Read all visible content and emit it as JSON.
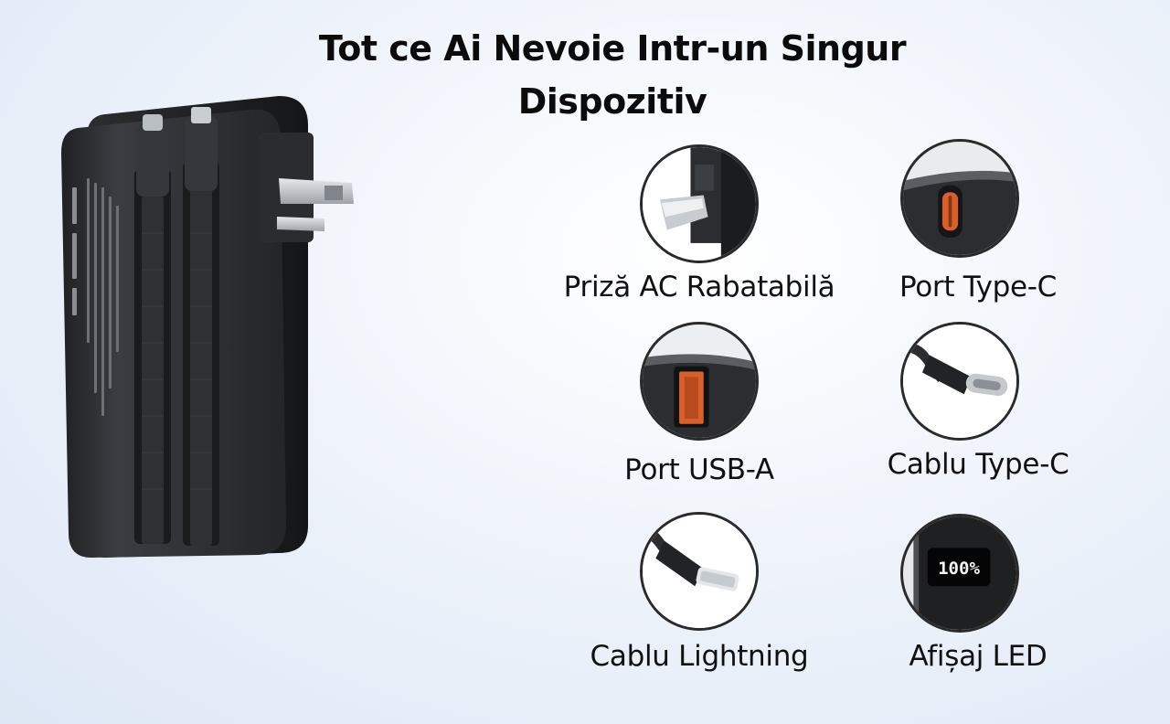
{
  "title": {
    "line1": "Tot ce Ai Nevoie Intr-un Singur",
    "line2": "Dispozitiv"
  },
  "product": {
    "capacity_text": "100%"
  },
  "features": [
    {
      "label": "Priză AC Rabatabilă",
      "icon": "ac-plug-icon"
    },
    {
      "label": "Port Type-C",
      "icon": "type-c-port-icon"
    },
    {
      "label": "Port USB-A",
      "icon": "usb-a-port-icon"
    },
    {
      "label": "Cablu Type-C",
      "icon": "type-c-cable-icon"
    },
    {
      "label": "Cablu Lightning",
      "icon": "lightning-cable-icon"
    },
    {
      "label": "Afișaj LED",
      "icon": "led-display-icon"
    }
  ],
  "colors": {
    "device_body": "#2b2d30",
    "port_orange": "#d9602a",
    "circle_border": "#2a2a2a"
  }
}
